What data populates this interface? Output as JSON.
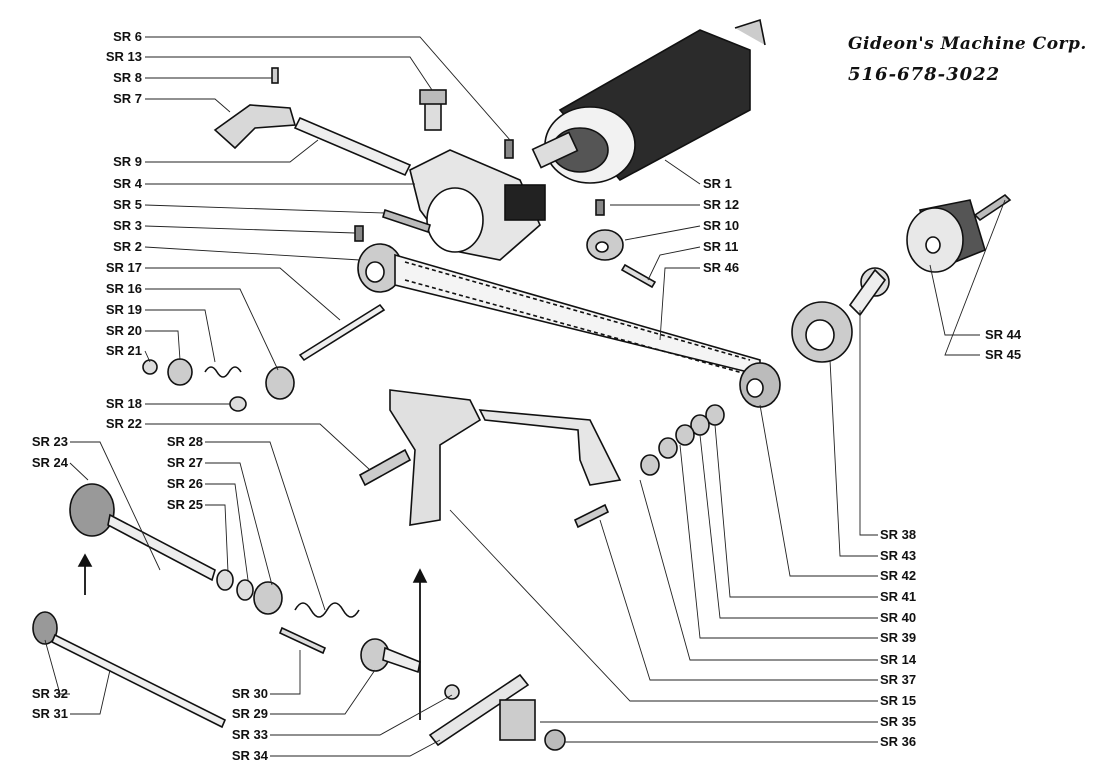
{
  "header": {
    "company": "Gideon's Machine Corp.",
    "phone": "516-678-3022"
  },
  "labels": {
    "sr1": "SR 1",
    "sr2": "SR 2",
    "sr3": "SR 3",
    "sr4": "SR 4",
    "sr5": "SR 5",
    "sr6": "SR 6",
    "sr7": "SR 7",
    "sr8": "SR 8",
    "sr9": "SR 9",
    "sr10": "SR 10",
    "sr11": "SR 11",
    "sr12": "SR 12",
    "sr13": "SR 13",
    "sr14": "SR 14",
    "sr15": "SR 15",
    "sr16": "SR 16",
    "sr17": "SR 17",
    "sr18": "SR 18",
    "sr19": "SR 19",
    "sr20": "SR 20",
    "sr21": "SR 21",
    "sr22": "SR 22",
    "sr23": "SR 23",
    "sr24": "SR 24",
    "sr25": "SR 25",
    "sr26": "SR 26",
    "sr27": "SR 27",
    "sr28": "SR 28",
    "sr29": "SR 29",
    "sr30": "SR 30",
    "sr31": "SR 31",
    "sr32": "SR 32",
    "sr33": "SR 33",
    "sr34": "SR 34",
    "sr35": "SR 35",
    "sr36": "SR 36",
    "sr37": "SR 37",
    "sr38": "SR 38",
    "sr39": "SR 39",
    "sr40": "SR 40",
    "sr41": "SR 41",
    "sr42": "SR 42",
    "sr43": "SR 43",
    "sr44": "SR 44",
    "sr45": "SR 45",
    "sr46": "SR 46"
  }
}
